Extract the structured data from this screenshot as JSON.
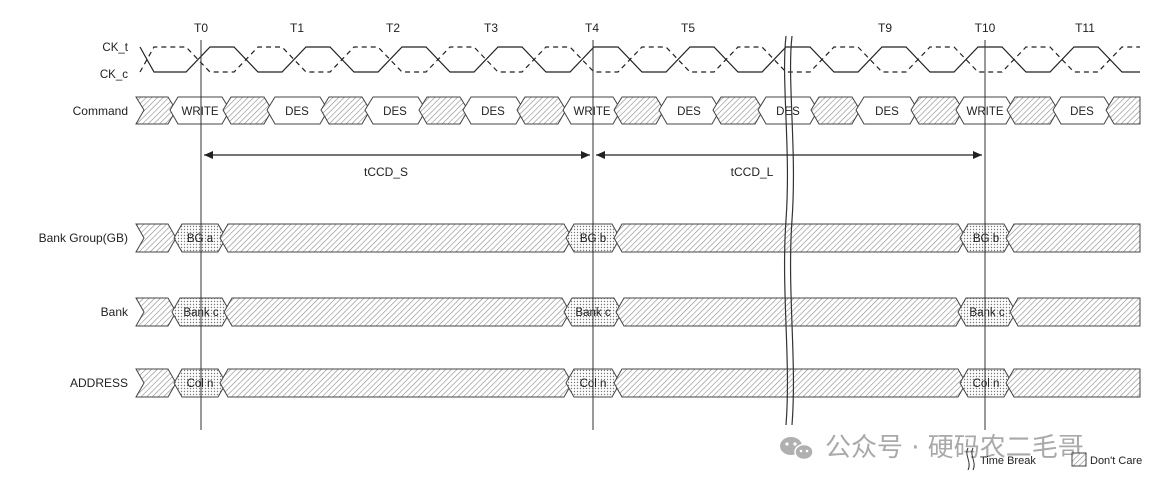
{
  "diagram": {
    "time_labels": [
      "T0",
      "T1",
      "T2",
      "T3",
      "T4",
      "T5",
      "T9",
      "T10",
      "T11"
    ],
    "signals": {
      "ck_t": "CK_t",
      "ck_c": "CK_c",
      "command": "Command",
      "bank_group": "Bank Group(GB)",
      "bank": "Bank",
      "address": "ADDRESS"
    },
    "command_values": [
      "WRITE",
      "DES",
      "DES",
      "DES",
      "WRITE",
      "DES",
      "DES",
      "DES",
      "WRITE",
      "DES"
    ],
    "bank_group_values": [
      "BG a",
      "BG b",
      "BG b"
    ],
    "bank_values": [
      "Bank c",
      "Bank c",
      "Bank c"
    ],
    "address_values": [
      "Col n",
      "Col n",
      "Col n"
    ],
    "timings": {
      "short": "tCCD_S",
      "long": "tCCD_L"
    },
    "legend": {
      "time_break": "Time Break",
      "dont_care": "Don't Care"
    },
    "watermark": "公众号 · 硬码农二毛哥"
  }
}
